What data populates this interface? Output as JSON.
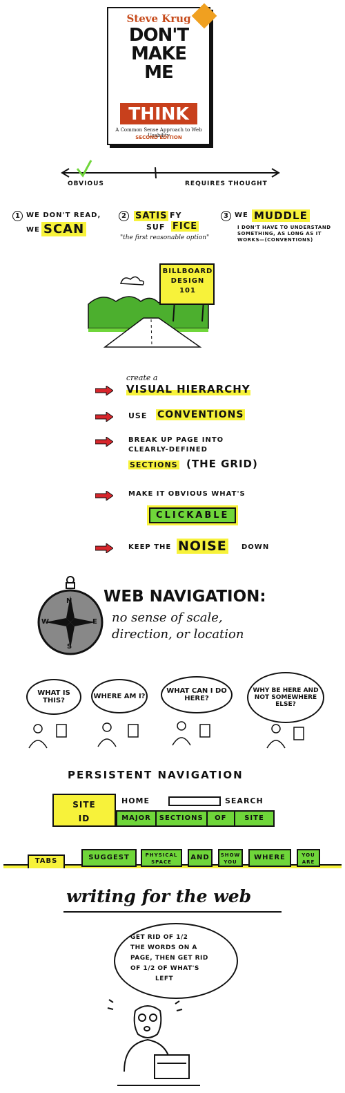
{
  "book": {
    "author": "Steve Krug",
    "title_lines": [
      "DON'T",
      "MAKE",
      "ME"
    ],
    "title_highlight": "THINK",
    "subtitle": "A Common Sense Approach to Web Usability",
    "edition": "SECOND EDITION"
  },
  "scale": {
    "left_label": "OBVIOUS",
    "right_label": "REQUIRES THOUGHT"
  },
  "facts": [
    {
      "number": "1",
      "line1": "WE DON'T READ,",
      "line2_prefix": "WE",
      "line2_highlight": "SCAN"
    },
    {
      "number": "2",
      "line1_highlight": "SATIS",
      "line1_rest": "FY",
      "line2_prefix": "SUF",
      "line2_highlight": "FICE",
      "note": "\"the first reasonable option\""
    },
    {
      "number": "3",
      "line1_prefix": "WE",
      "line1_highlight": "MUDDLE",
      "note": "I DON'T HAVE TO UNDERSTAND SOMETHING, AS LONG AS IT WORKS—(CONVENTIONS)"
    }
  ],
  "billboard": {
    "lines": [
      "BILLBOARD",
      "DESIGN",
      "101"
    ]
  },
  "design_rules": [
    {
      "pre": "create a",
      "main": "VISUAL HIERARCHY"
    },
    {
      "pre": "USE",
      "main": "CONVENTIONS"
    },
    {
      "pre": "BREAK UP PAGE INTO CLEARLY-DEFINED",
      "main": "SECTIONS",
      "post": "(THE GRID)"
    },
    {
      "pre": "MAKE IT OBVIOUS WHAT'S",
      "main": "CLICKABLE"
    },
    {
      "pre": "KEEP THE",
      "main": "NOISE",
      "post": "DOWN"
    }
  ],
  "navigation": {
    "title": "WEB NAVIGATION:",
    "desc_lines": [
      "no sense of scale,",
      "direction, or location"
    ],
    "compass": {
      "n": "N",
      "s": "S",
      "e": "E",
      "w": "W"
    }
  },
  "questions": [
    "WHAT IS THIS?",
    "WHERE AM I?",
    "WHAT CAN I DO HERE?",
    "WHY BE HERE AND NOT SOMEWHERE ELSE?"
  ],
  "persistent": {
    "title": "PERSISTENT NAVIGATION",
    "site_id_lines": [
      "SITE",
      "ID"
    ],
    "home": "HOME",
    "search": "SEARCH",
    "sections": [
      "MAJOR",
      "SECTIONS",
      "OF",
      "SITE"
    ]
  },
  "tabs": {
    "first": "TABS",
    "items": [
      "SUGGEST",
      "PHYSICAL SPACE",
      "AND",
      "SHOW YOU",
      "WHERE",
      "YOU ARE"
    ]
  },
  "writing": {
    "title": "writing for the web",
    "quote_lines": [
      "GET RID OF 1/2",
      "THE WORDS ON A",
      "PAGE, THEN GET RID",
      "OF 1/2 OF WHAT'S",
      "LEFT"
    ]
  },
  "colors": {
    "highlight": "#f7f23a",
    "green": "#6fd63a",
    "red": "#d8262c",
    "cover_red": "#c8401c"
  }
}
